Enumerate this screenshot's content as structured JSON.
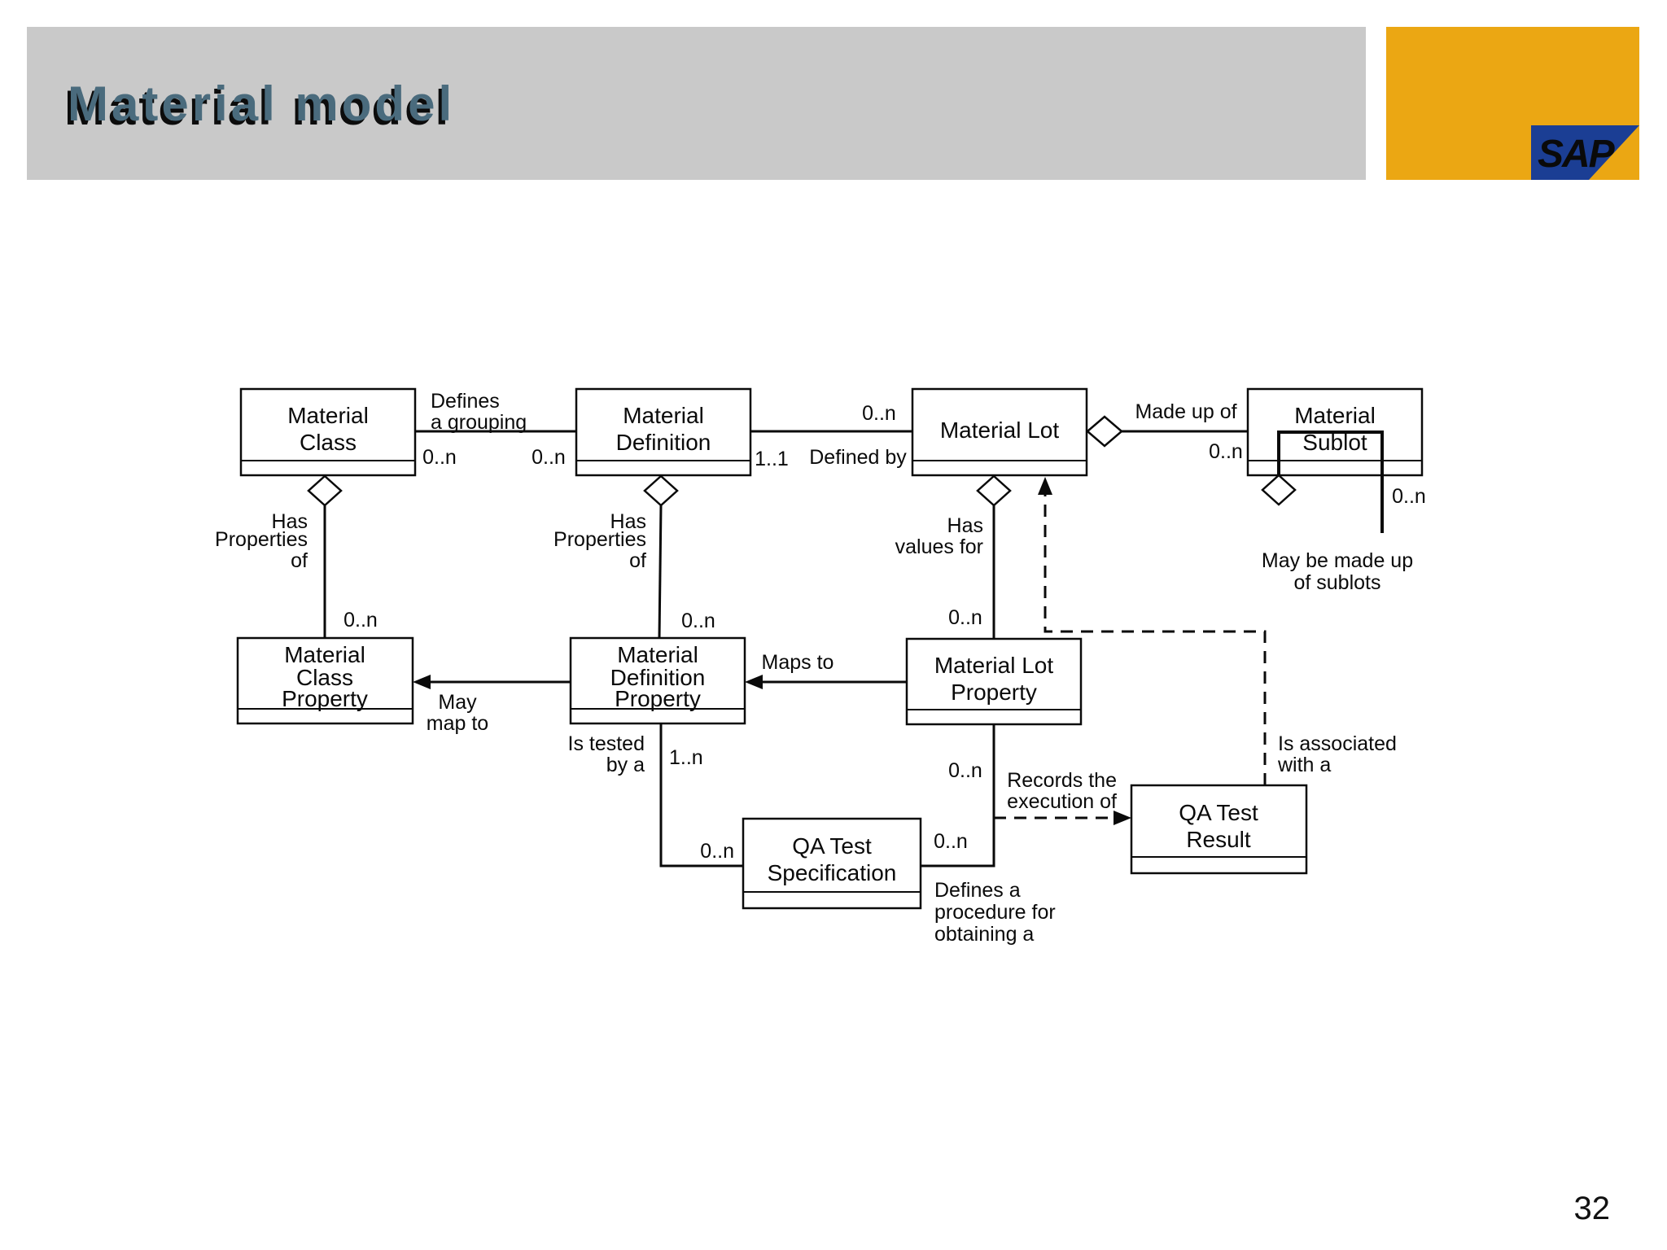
{
  "slide": {
    "title": "Material model",
    "page_number": "32",
    "sap_logo": "SAP"
  },
  "colors": {
    "header_bar": "#c9c9c9",
    "accent_orange": "#eba713",
    "sap_blue": "#1b3e94",
    "title_text": "#4a6b7d",
    "diagram_line": "#0a0a0a"
  },
  "diagram": {
    "boxes": {
      "material_class": {
        "line1": "Material",
        "line2": "Class"
      },
      "material_definition": {
        "line1": "Material",
        "line2": "Definition"
      },
      "material_lot": {
        "line1": "Material Lot"
      },
      "material_sublot": {
        "line1": "Material",
        "line2": "Sublot"
      },
      "material_class_property": {
        "line1": "Material",
        "line2": "Class",
        "line3": "Property"
      },
      "material_definition_property": {
        "line1": "Material",
        "line2": "Definition",
        "line3": "Property"
      },
      "material_lot_property": {
        "line1": "Material Lot",
        "line2": "Property"
      },
      "qa_test_specification": {
        "line1": "QA Test",
        "line2": "Specification"
      },
      "qa_test_result": {
        "line1": "QA Test",
        "line2": "Result"
      }
    },
    "associations": {
      "defines_grouping": {
        "label1": "Defines",
        "label2": "a grouping",
        "mult_class": "0..n",
        "mult_definition": "0..n"
      },
      "defined_by": {
        "label": "Defined by",
        "mult_lot": "0..n",
        "mult_definition": "1..1"
      },
      "made_up_of": {
        "label": "Made up of",
        "mult_sublot": "0..n"
      },
      "sublot_self": {
        "mult": "0..n",
        "label1": "May be made up",
        "label2": "of sublots"
      },
      "class_properties": {
        "label1": "Has",
        "label2": "Properties",
        "label3": "of",
        "mult": "0..n"
      },
      "definition_properties": {
        "label1": "Has",
        "label2": "Properties",
        "label3": "of",
        "mult": "0..n"
      },
      "lot_values": {
        "label1": "Has",
        "label2": "values for",
        "mult": "0..n"
      },
      "may_map_to": {
        "label1": "May",
        "label2": "map to"
      },
      "maps_to": {
        "label": "Maps to"
      },
      "is_tested_by": {
        "label1": "Is tested",
        "label2": "by a",
        "mult_property": "1..n",
        "mult_spec": "0..n"
      },
      "spec_lot_property": {
        "mult_property": "0..n",
        "mult_spec": "0..n",
        "label1": "Defines a",
        "label2": "procedure for",
        "label3": "obtaining a"
      },
      "records_execution": {
        "label1": "Records the",
        "label2": "execution of"
      },
      "is_associated": {
        "label1": "Is associated",
        "label2": "with a"
      }
    }
  }
}
